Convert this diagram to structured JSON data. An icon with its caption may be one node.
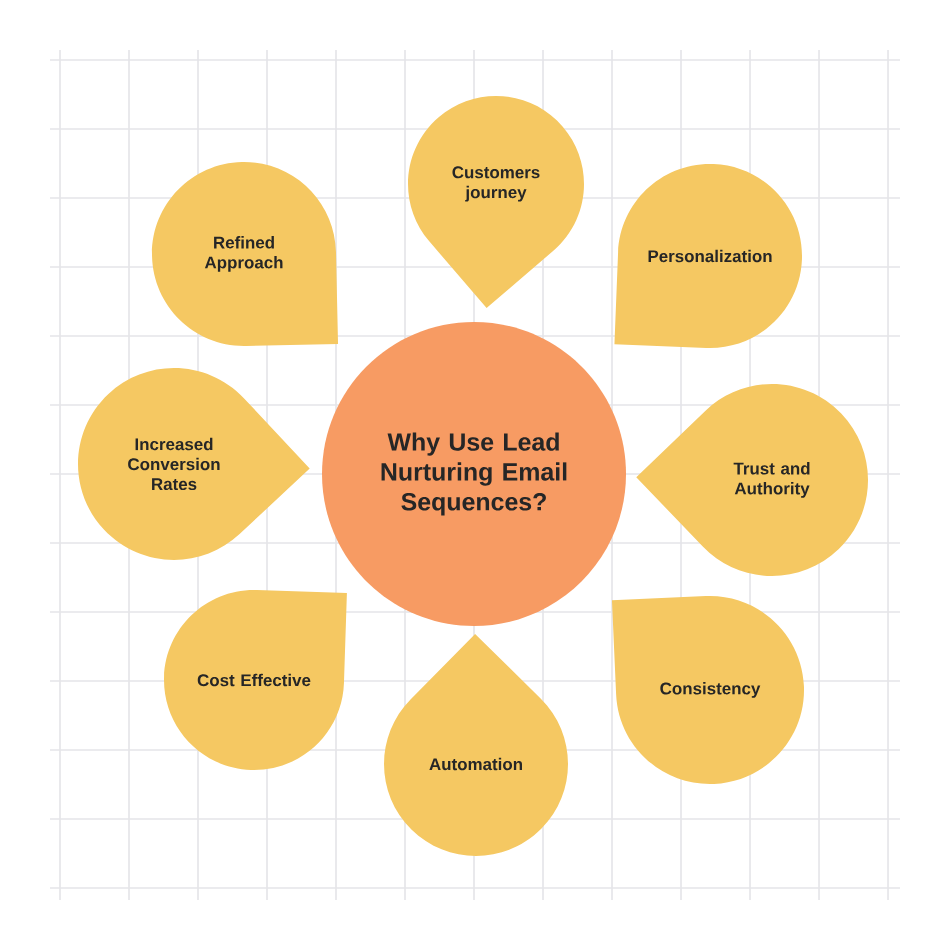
{
  "diagram": {
    "nodes": [
      {
        "text": [
          "Why Use Lead Nurturing Email Sequences?"
        ]
      },
      {
        "text": [
          "Customers journey"
        ]
      },
      {
        "text": [
          "Personalization"
        ]
      },
      {
        "text": [
          "Trust and Authority"
        ]
      },
      {
        "text": [
          "Consistency"
        ]
      },
      {
        "text": [
          "Automation"
        ]
      },
      {
        "text": [
          "Cost Effective"
        ]
      },
      {
        "text": [
          "Increased Conversion Rates"
        ]
      },
      {
        "text": [
          "Refined Approach"
        ]
      }
    ]
  }
}
